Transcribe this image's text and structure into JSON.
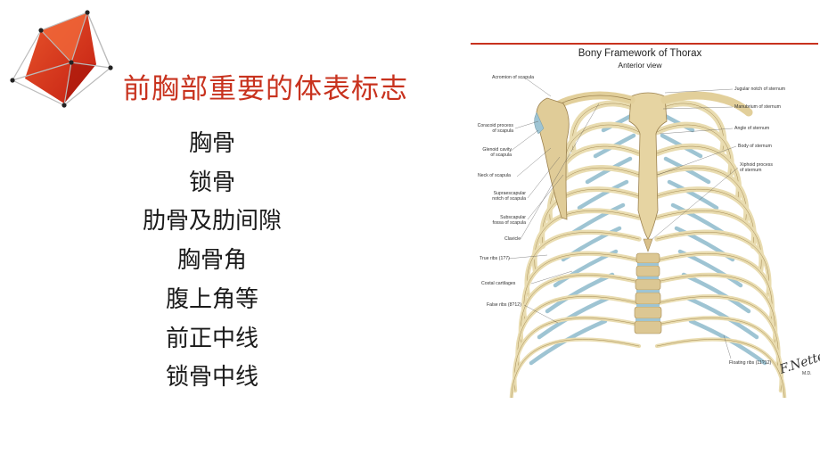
{
  "slide": {
    "title": "前胸部重要的体表标志",
    "bullets": [
      "胸骨",
      "锁骨",
      "肋骨及肋间隙",
      "胸骨角",
      "腹上角等",
      "前正中线",
      "锁骨中线"
    ]
  },
  "figure": {
    "title": "Bony Framework of Thorax",
    "subtitle": "Anterior view",
    "labels_left": [
      "Acromion of scapula",
      "Coracoid process\nof scapula",
      "Glenoid cavity\nof scapula",
      "Neck of scapula",
      "Supraescapular\nnotch of scapula",
      "Subscapular\nfossa of scapula",
      "Clavicle",
      "True ribs (1?7)",
      "Costal cartilages",
      "False ribs (8?12)"
    ],
    "labels_right": [
      "Jugular notch of sternum",
      "Manubrium of sternum",
      "Angle of sternum",
      "Body of sternum",
      "Xiphoid process\nof sternum",
      "Floating ribs (11?12)"
    ],
    "signature": "F.Netter",
    "signature_sub": "M.D."
  },
  "colors": {
    "accent": "#c8321e",
    "bone": "#e9dcb0",
    "cartilage": "#9ec4d3"
  }
}
